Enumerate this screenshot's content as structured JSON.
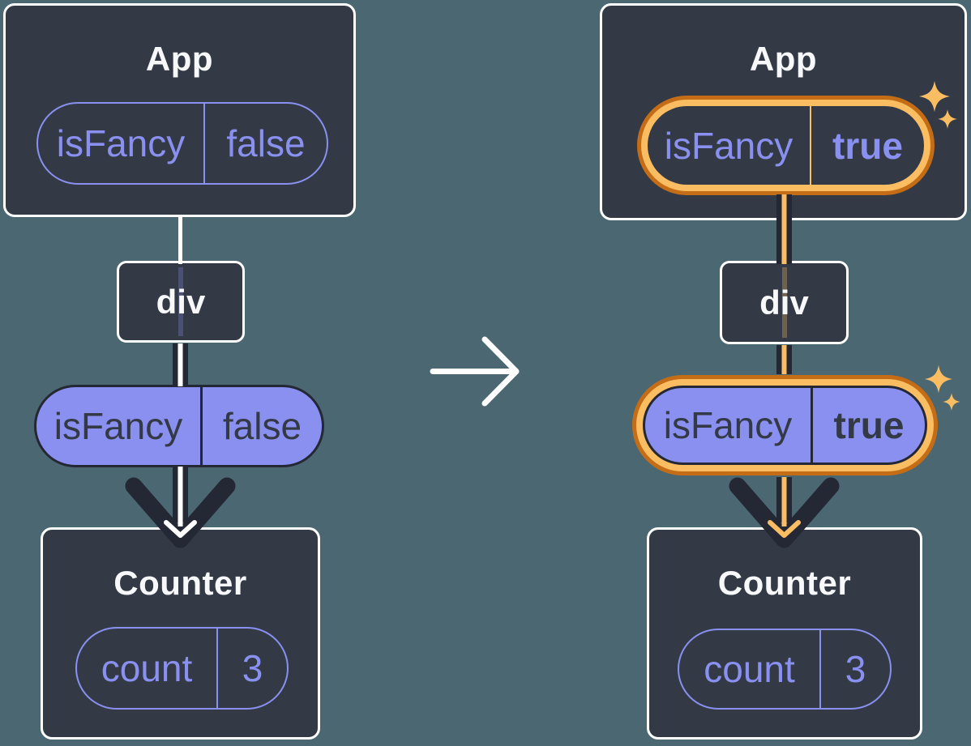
{
  "colors": {
    "background": "#4b6772",
    "card": "#333a46",
    "card_border": "#ffffff",
    "title_text": "#f7f8f9",
    "purple": "#8990f0",
    "ink": "#242834",
    "text_on_purple": "#333945",
    "orange_light": "#fabd62",
    "orange_dark": "#c56d16"
  },
  "icons": {
    "transition": "right-arrow",
    "highlight": "sparkles"
  },
  "before": {
    "app": {
      "title": "App",
      "prop": {
        "name": "isFancy",
        "value": "false"
      }
    },
    "div_node": {
      "title": "div"
    },
    "passed_prop": {
      "name": "isFancy",
      "value": "false"
    },
    "counter": {
      "title": "Counter",
      "state": {
        "name": "count",
        "value": "3"
      }
    }
  },
  "after": {
    "app": {
      "title": "App",
      "prop": {
        "name": "isFancy",
        "value": "true"
      }
    },
    "div_node": {
      "title": "div"
    },
    "passed_prop": {
      "name": "isFancy",
      "value": "true"
    },
    "counter": {
      "title": "Counter",
      "state": {
        "name": "count",
        "value": "3"
      }
    }
  }
}
